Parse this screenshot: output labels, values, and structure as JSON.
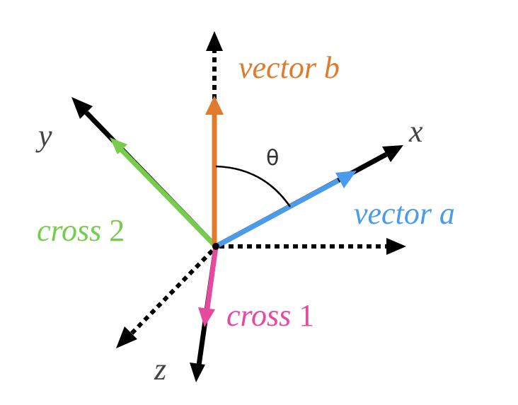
{
  "colors": {
    "axis": "#000000",
    "vector_a": "#4A9BEB",
    "vector_b": "#E07B2E",
    "cross_1": "#E64A9E",
    "cross_2": "#77CC4E",
    "axis_label": "#444444"
  },
  "labels": {
    "x_axis": "x",
    "y_axis": "y",
    "z_axis": "z",
    "vector_a": "vector a",
    "vector_b": "vector b",
    "cross_1_word": "cross",
    "cross_1_num": "1",
    "cross_2_word": "cross",
    "cross_2_num": "2",
    "angle": "θ"
  }
}
